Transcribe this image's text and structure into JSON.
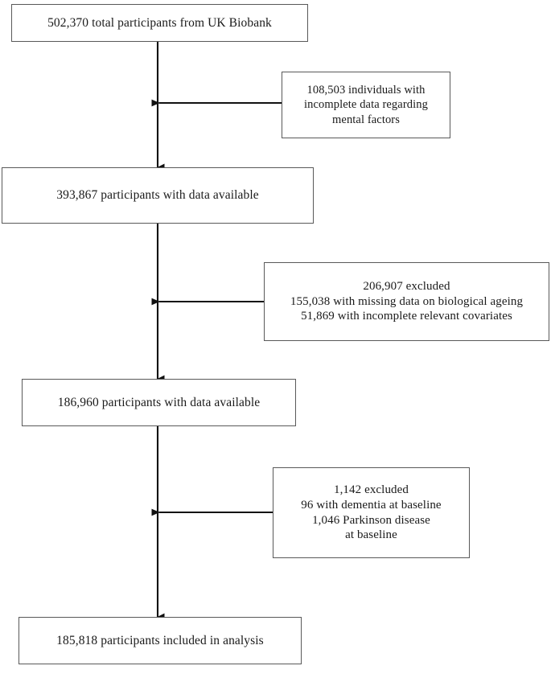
{
  "chart_data": {
    "type": "diagram",
    "title": "UK Biobank participant selection flow diagram",
    "diagram_kind": "participant-flow",
    "nodes": [
      {
        "id": "total",
        "role": "cohort",
        "count": 502370,
        "text": "502,370 total participants from UK Biobank"
      },
      {
        "id": "excl-mental",
        "role": "exclusion",
        "count": 108503,
        "text": "108,503 individuals with incomplete data regarding mental factors"
      },
      {
        "id": "available-1",
        "role": "cohort",
        "count": 393867,
        "text": "393,867 participants with data available"
      },
      {
        "id": "excl-ageing",
        "role": "exclusion",
        "count": 206907,
        "text": "206,907 excluded; 155,038 with missing data on biological ageing; 51,869 with incomplete relevant covariates"
      },
      {
        "id": "available-2",
        "role": "cohort",
        "count": 186960,
        "text": "186,960 participants with  data available"
      },
      {
        "id": "excl-disease",
        "role": "exclusion",
        "count": 1142,
        "text": "1,142 excluded; 96 with dementia at baseline; 1,046 Parkinson disease at baseline"
      },
      {
        "id": "included",
        "role": "cohort",
        "count": 185818,
        "text": "185,818 participants included in analysis"
      }
    ],
    "edges": [
      {
        "from": "total",
        "to": "available-1",
        "kind": "down"
      },
      {
        "from": "excl-mental",
        "to": "available-1",
        "kind": "left"
      },
      {
        "from": "available-1",
        "to": "available-2",
        "kind": "down"
      },
      {
        "from": "excl-ageing",
        "to": "available-2",
        "kind": "left"
      },
      {
        "from": "available-2",
        "to": "included",
        "kind": "down"
      },
      {
        "from": "excl-disease",
        "to": "included",
        "kind": "left"
      }
    ]
  },
  "boxes": {
    "total": {
      "lines": [
        "502,370 total participants from UK Biobank"
      ]
    },
    "excl_mental": {
      "lines": [
        "108,503 individuals with",
        "incomplete data regarding",
        "mental factors"
      ]
    },
    "available_1": {
      "lines": [
        "393,867 participants with data available"
      ]
    },
    "excl_ageing": {
      "lines": [
        "206,907 excluded",
        "155,038 with missing data on biological ageing",
        "51,869 with  incomplete relevant covariates"
      ]
    },
    "available_2": {
      "lines": [
        "186,960 participants with  data available"
      ]
    },
    "excl_disease": {
      "lines": [
        "1,142 excluded",
        "96 with dementia at baseline",
        "1,046 Parkinson disease",
        "at baseline"
      ]
    },
    "included": {
      "lines": [
        "185,818 participants included in analysis"
      ]
    }
  },
  "colors": {
    "box_border": "#595959",
    "connector": "#1a1a1a",
    "text": "#1a1a1a",
    "background": "#ffffff"
  }
}
